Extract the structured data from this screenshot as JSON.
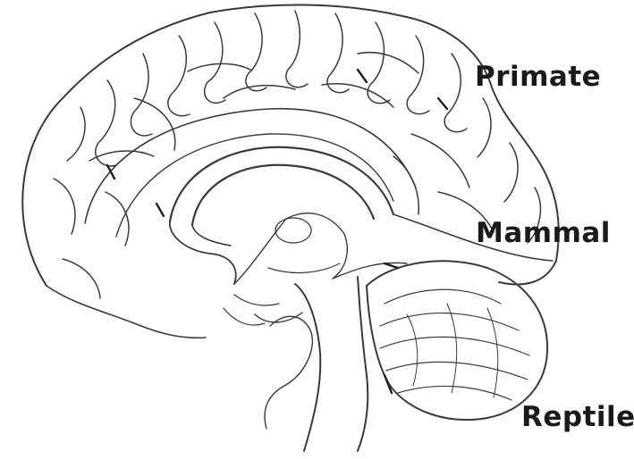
{
  "diagram": {
    "labels": {
      "primate": "Primate",
      "mammal": "Mammal",
      "reptile": "Reptile"
    },
    "colors": {
      "ink": "#3a3a3a",
      "label": "#1a1a1a",
      "background": "#ffffff"
    }
  }
}
